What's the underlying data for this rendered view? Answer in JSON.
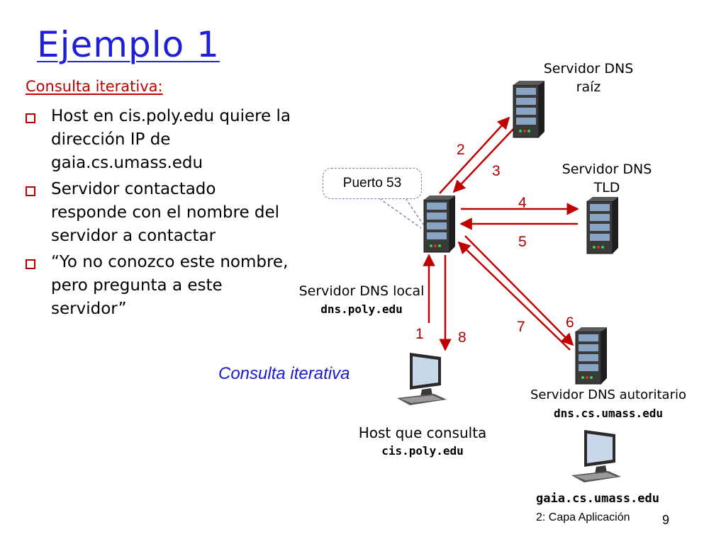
{
  "slide": {
    "title": "Ejemplo 1",
    "subtitle": "Consulta iterativa:",
    "bullets": [
      "Host en cis.poly.edu quiere la dirección  IP de gaia.cs.umass.edu",
      "Servidor contactado responde con el nombre del servidor a contactar",
      "“Yo no conozco este nombre, pero pregunta a este servidor”"
    ],
    "caption": "Consulta iterativa",
    "callout": "Puerto 53",
    "footer": {
      "chapter": "2: Capa Aplicación",
      "page": "9"
    }
  },
  "nodes": {
    "root": {
      "line1": "Servidor DNS",
      "line2": "raíz"
    },
    "tld": {
      "line1": "Servidor DNS",
      "line2": "TLD"
    },
    "local": {
      "line1": "Servidor DNS local",
      "host": "dns.poly.edu"
    },
    "auth": {
      "line1": "Servidor DNS autoritario",
      "host": "dns.cs.umass.edu"
    },
    "client": {
      "line1": "Host que consulta",
      "host": "cis.poly.edu"
    },
    "target": {
      "host": "gaia.cs.umass.edu"
    }
  },
  "steps": [
    "1",
    "2",
    "3",
    "4",
    "5",
    "6",
    "7",
    "8"
  ],
  "colors": {
    "arrow": "#c00000",
    "title": "#1f1fd6",
    "accent": "#c00000"
  }
}
